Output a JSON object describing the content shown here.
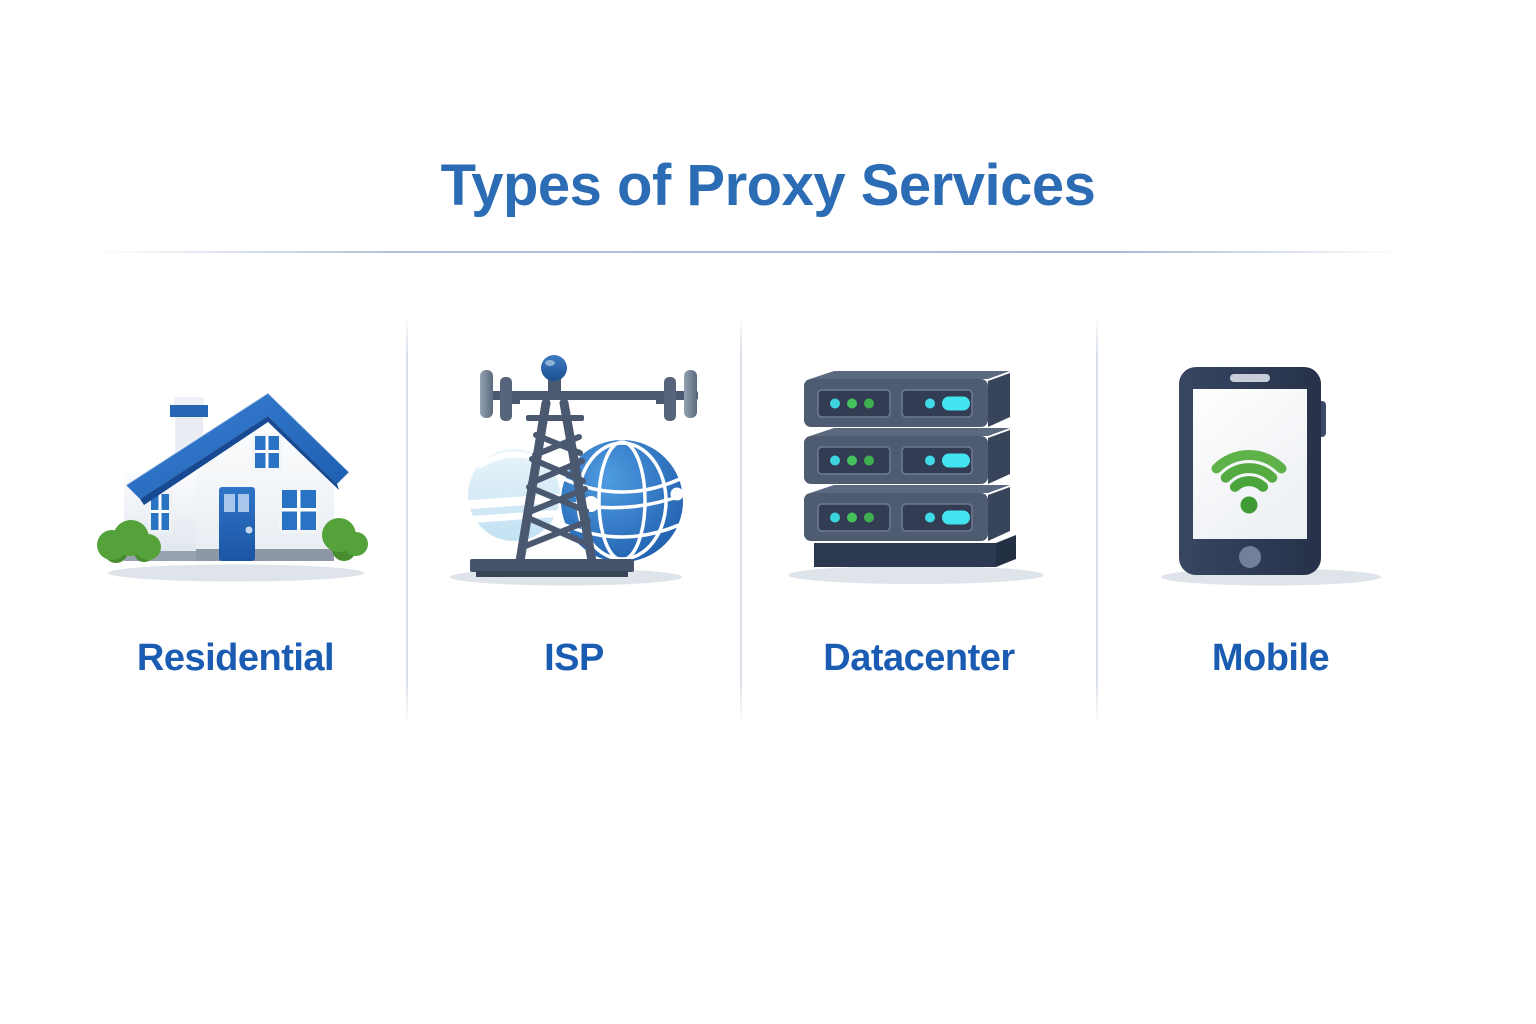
{
  "page": {
    "background_color": "#ffffff"
  },
  "header": {
    "title": "Types of Proxy Services",
    "title_color": "#2b6cb5",
    "divider_color": "#b4c3da"
  },
  "label_color": "#1b5cb3",
  "columns": [
    {
      "label": "Residential",
      "icon": "house-icon"
    },
    {
      "label": "ISP",
      "icon": "cell-tower-globe-icon"
    },
    {
      "label": "Datacenter",
      "icon": "server-rack-icon"
    },
    {
      "label": "Mobile",
      "icon": "smartphone-wifi-icon"
    }
  ],
  "icon_colors": {
    "house_roof_blue": "#2470c8",
    "house_roof_fascia": "#174a92",
    "house_window_blue": "#2a72c4",
    "house_door_blue": "#2163b2",
    "bush_green": "#55a23a",
    "tower_slate": "#4b5970",
    "globe_blue": "#2a74c4",
    "server_body": "#4f5b71",
    "server_panel_navy": "#323d53",
    "led_cyan": "#3bd4de",
    "led_green": "#47c15b",
    "phone_navy": "#2d3a54",
    "wifi_green": "#4aa53c",
    "ground_shadow": "#dfe3ea"
  }
}
